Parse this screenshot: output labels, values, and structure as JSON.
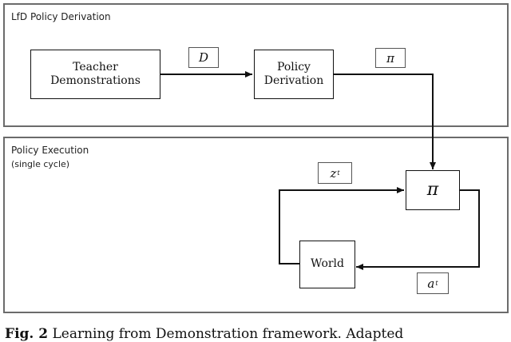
{
  "panels": {
    "derivation": {
      "title": "LfD Policy Derivation"
    },
    "execution": {
      "title": "Policy Execution",
      "subtitle": "(single cycle)"
    }
  },
  "nodes": {
    "teacher": "Teacher\nDemonstrations",
    "policy_derivation": "Policy\nDerivation",
    "pi_exec": "π",
    "world": "World"
  },
  "edge_labels": {
    "D": "D",
    "pi": "π",
    "z": "z",
    "z_sup": "t",
    "a": "a",
    "a_sup": "t"
  },
  "caption": {
    "prefix": "Fig. 2",
    "text": " Learning from Demonstration framework. Adapted"
  },
  "colors": {
    "panel_border": "#6b6b6b",
    "line": "#111111"
  }
}
